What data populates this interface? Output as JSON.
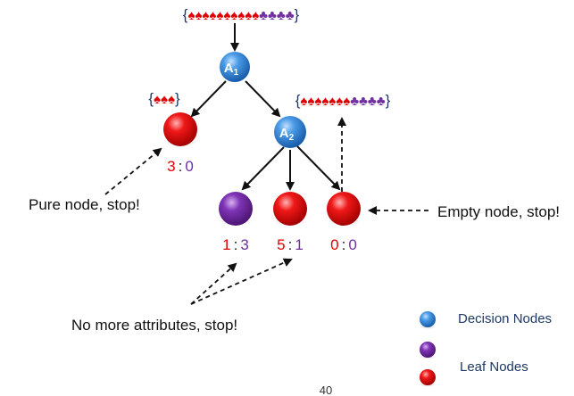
{
  "colors": {
    "decision": "#2e7dd1",
    "leaf_red": "#e81010",
    "leaf_purple": "#7a2db0",
    "count_red": "#e00000",
    "count_purple": "#7030a0",
    "brace": "#1f3864"
  },
  "root_set": {
    "open": "{",
    "red": "♠♠♠♠♠♠♠♠♠♠",
    "purple": "♣♣♣♣",
    "close": "}"
  },
  "left_set": {
    "open": "{",
    "red": "♠♠♠",
    "close": "}"
  },
  "right_set": {
    "open": "{",
    "red": "♠♠♠♠♠♠♠",
    "purple": "♣♣♣♣",
    "close": "}"
  },
  "nodes": {
    "a1": {
      "letter": "A",
      "sub": "1"
    },
    "a2": {
      "letter": "A",
      "sub": "2"
    }
  },
  "counts": {
    "left_leaf": {
      "red": "3",
      "sep": ":",
      "purple": "0"
    },
    "purple_leaf": {
      "red": "1",
      "sep": ":",
      "purple": "3"
    },
    "mid_leaf": {
      "red": "5",
      "sep": ":",
      "purple": "1"
    },
    "right_leaf": {
      "red": "0",
      "sep": ":",
      "purple": "0"
    }
  },
  "annotations": {
    "pure": "Pure node, stop!",
    "empty": "Empty node, stop!",
    "no_attr": "No more attributes, stop!"
  },
  "legend": {
    "decision": "Decision Nodes",
    "leaf": "Leaf Nodes"
  },
  "page_number": "40"
}
